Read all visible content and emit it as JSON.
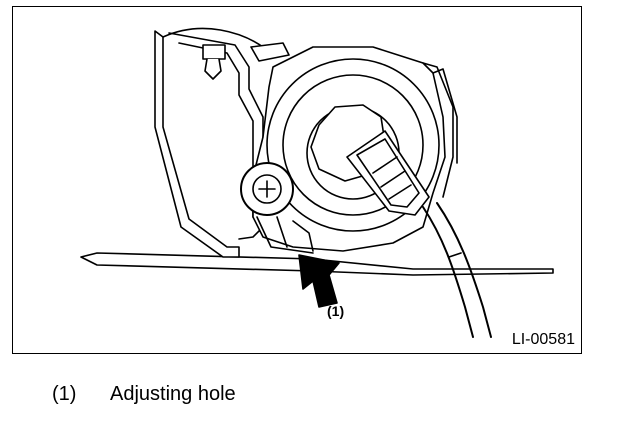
{
  "figure": {
    "code": "LI-00581",
    "callouts": [
      {
        "number": "(1)",
        "label": "Adjusting hole"
      }
    ]
  },
  "legend": [
    {
      "number": "(1)",
      "label": "Adjusting hole"
    }
  ]
}
